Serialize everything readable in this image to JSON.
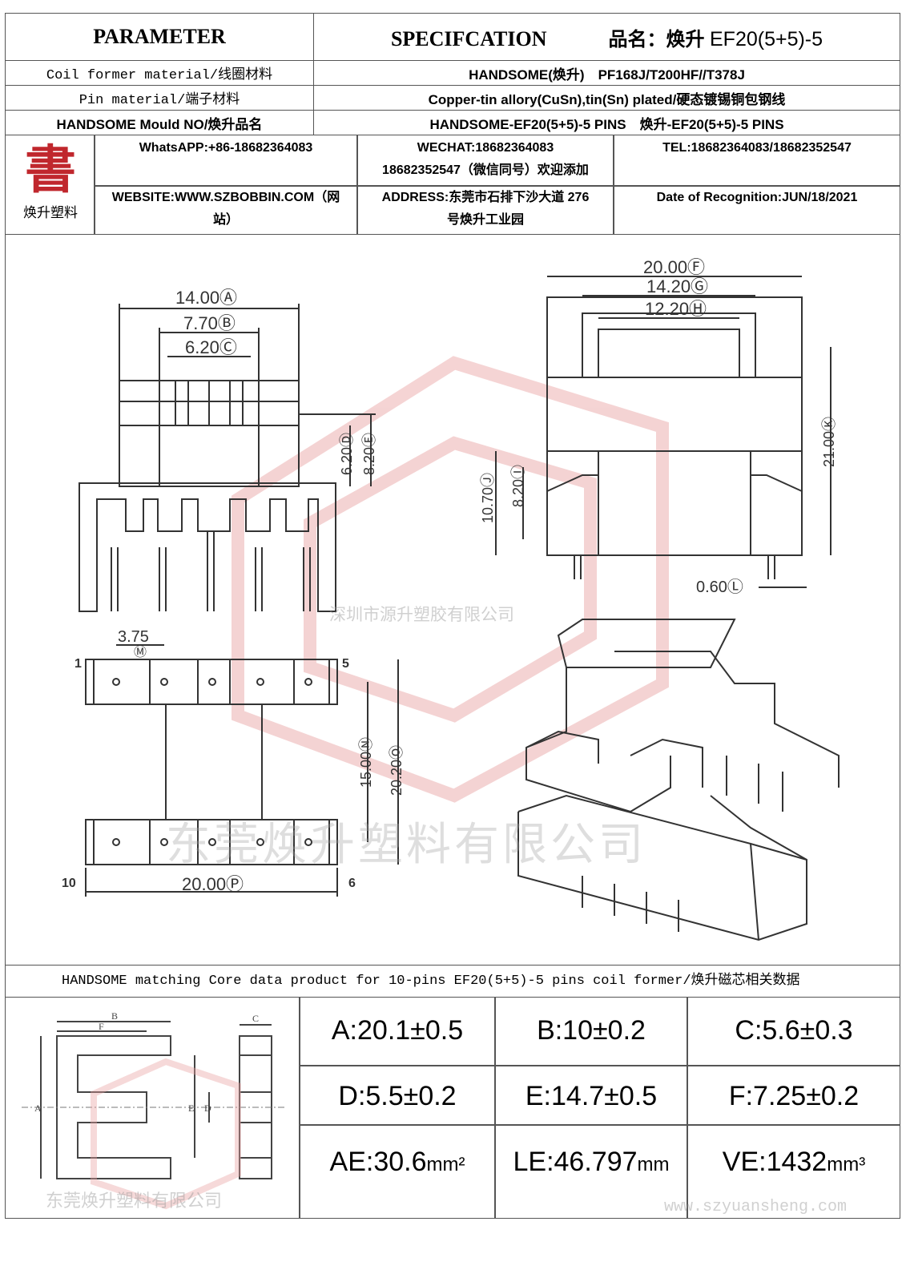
{
  "header": {
    "parameter": "PARAMETER",
    "specification": "SPECIFCATION",
    "product_label": "品名：焕升",
    "product_code": "EF20(5+5)-5"
  },
  "spec_rows": [
    {
      "param": "Coil former material/线圈材料",
      "value": "HANDSOME(焕升)　PF168J/T200HF//T378J"
    },
    {
      "param": "Pin material/端子材料",
      "value": "Copper-tin allory(CuSn),tin(Sn) plated/硬态镀锡铜包钢线"
    },
    {
      "param": "HANDSOME Mould NO/焕升品名",
      "value": "HANDSOME-EF20(5+5)-5 PINS　焕升-EF20(5+5)-5 PINS"
    }
  ],
  "logo": {
    "text": "焕升塑料",
    "glyph": "書"
  },
  "contact": {
    "whatsapp": "WhatsAPP:+86-18682364083",
    "wechat_line1": "WECHAT:18682364083",
    "wechat_line2": "18682352547（微信同号）欢迎添加",
    "tel": "TEL:18682364083/18682352547",
    "website_line1": "WEBSITE:WWW.SZBOBBIN.COM（网",
    "website_line2": "站）",
    "address_line1": "ADDRESS:东莞市石排下沙大道 276",
    "address_line2": "号焕升工业园",
    "date": "Date of Recognition:JUN/18/2021"
  },
  "dimensions": {
    "A": "14.00Ⓐ",
    "B": "7.70Ⓑ",
    "C": "6.20Ⓒ",
    "D": "6.20Ⓓ",
    "E": "8.20Ⓔ",
    "F": "20.00Ⓕ",
    "G": "14.20Ⓖ",
    "H": "12.20Ⓗ",
    "I": "8.20Ⓘ",
    "J": "10.70Ⓙ",
    "K": "21.00Ⓚ",
    "L": "0.60Ⓛ",
    "M_value": "3.75",
    "M_mark": "Ⓜ",
    "N": "15.00Ⓝ",
    "O": "20.20Ⓞ",
    "P": "20.00Ⓟ"
  },
  "pins": {
    "p1": "1",
    "p5": "5",
    "p6": "6",
    "p10": "10"
  },
  "watermarks": {
    "middle": "深圳市源升塑胶有限公司",
    "large": "东莞焕升塑料有限公司",
    "core_wm": "东莞焕升塑料有限公司",
    "url": "www.szyuansheng.com"
  },
  "core": {
    "title": "HANDSOME matching Core data  product for 10-pins EF20(5+5)-5 pins coil former/焕升磁芯相关数据",
    "labels": {
      "A": "A",
      "B": "B",
      "C": "C",
      "D": "D",
      "E": "E",
      "F": "F"
    },
    "values": [
      {
        "main": "A:20.1±0.5"
      },
      {
        "main": "B:10±0.2"
      },
      {
        "main": "C:5.6±0.3"
      },
      {
        "main": "D:5.5±0.2"
      },
      {
        "main": "E:14.7±0.5"
      },
      {
        "main": "F:7.25±0.2"
      },
      {
        "main": "AE:30.6",
        "unit": "mm²"
      },
      {
        "main": "LE:46.797",
        "unit": "mm"
      },
      {
        "main": "VE:1432",
        "unit": "mm³"
      }
    ]
  },
  "colors": {
    "line": "#555555",
    "drawing": "#333333",
    "watermark_red": "#e8a0a0"
  }
}
